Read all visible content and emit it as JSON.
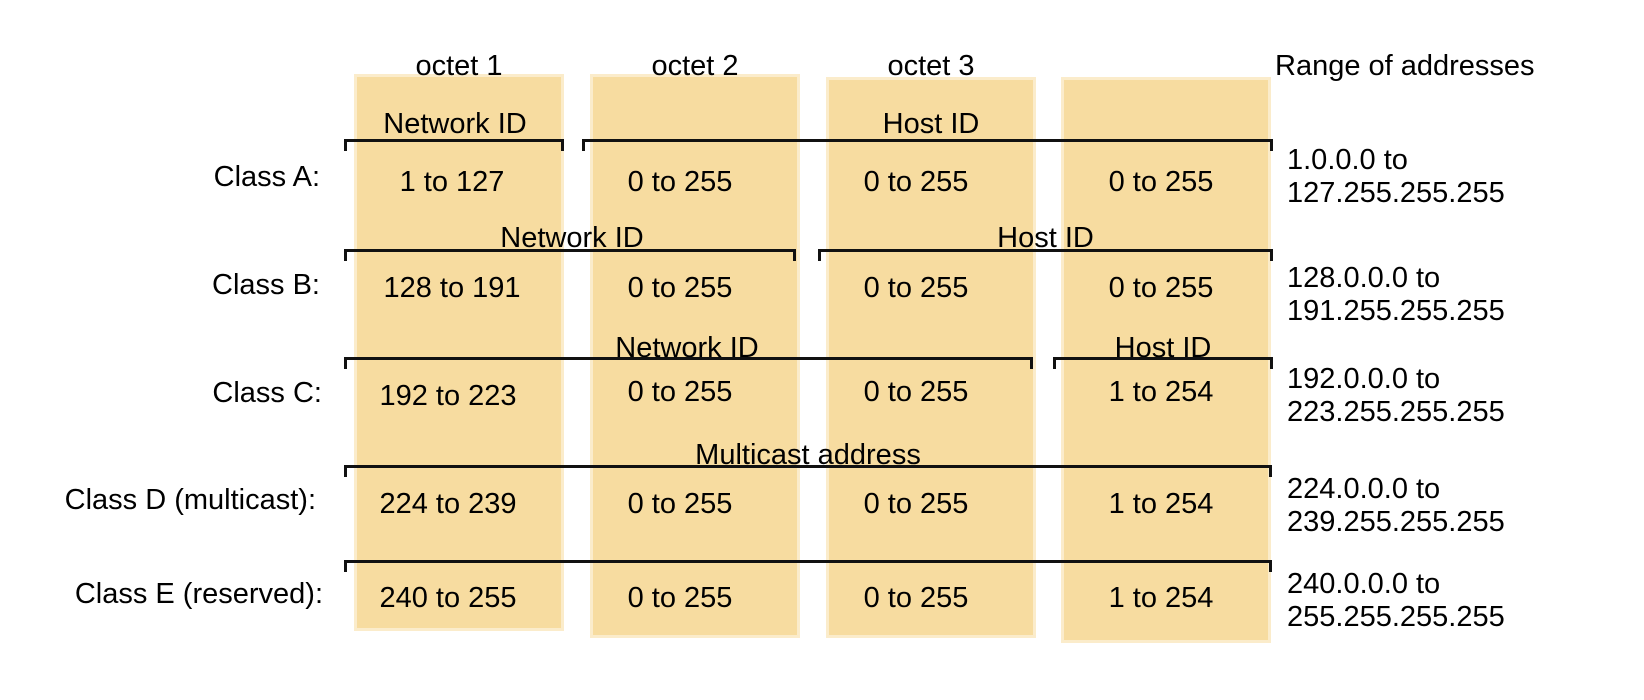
{
  "headers": {
    "octet1": "octet 1",
    "octet2": "octet 2",
    "octet3": "octet 3",
    "range": "Range of addresses"
  },
  "colors": {
    "column_fill": "#f7dca0",
    "column_border": "#fbeccb",
    "bracket": "#111111"
  },
  "classes": [
    {
      "label": "Class A:",
      "octets": [
        "1 to 127",
        "0 to 255",
        "0 to 255",
        "0 to 255"
      ],
      "range_start": "1.0.0.0 to",
      "range_end": "127.255.255.255",
      "network_label": "Network ID",
      "host_label": "Host ID"
    },
    {
      "label": "Class B:",
      "octets": [
        "128 to 191",
        "0 to 255",
        "0 to 255",
        "0 to 255"
      ],
      "range_start": "128.0.0.0 to",
      "range_end": "191.255.255.255",
      "network_label": "Network ID",
      "host_label": "Host ID"
    },
    {
      "label": "Class C:",
      "octets": [
        "192 to 223",
        "0 to 255",
        "0 to 255",
        "1 to 254"
      ],
      "range_start": "192.0.0.0 to",
      "range_end": "223.255.255.255",
      "network_label": "Network ID",
      "host_label": "Host ID"
    },
    {
      "label": "Class D (multicast):",
      "octets": [
        "224 to 239",
        "0 to 255",
        "0 to 255",
        "1 to 254"
      ],
      "range_start": "224.0.0.0 to",
      "range_end": "239.255.255.255",
      "span_label": "Multicast address"
    },
    {
      "label": "Class E (reserved):",
      "octets": [
        "240 to 255",
        "0 to 255",
        "0 to 255",
        "1 to 254"
      ],
      "range_start": "240.0.0.0 to",
      "range_end": "255.255.255.255"
    }
  ]
}
